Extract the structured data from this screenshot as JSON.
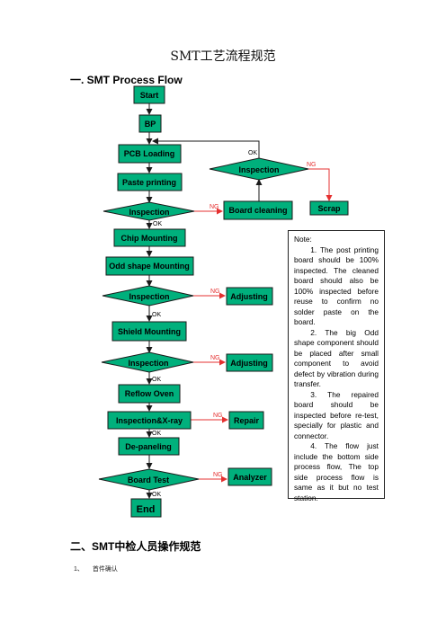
{
  "document": {
    "title": "SMT工艺流程规范",
    "section1_heading": "一. SMT Process Flow",
    "section2_heading": "二、SMT中检人员操作规范",
    "item1_number": "1、",
    "item1_text": "首件确认"
  },
  "flow": {
    "nodes": {
      "start": "Start",
      "bp": "BP",
      "pcb_loading": "PCB Loading",
      "paste_printing": "Paste printing",
      "inspection_1": "Inspection",
      "inspection_top": "Inspection",
      "board_cleaning": "Board cleaning",
      "scrap": "Scrap",
      "chip_mounting": "Chip Mounting",
      "odd_shape_mounting": "Odd shape Mounting",
      "inspection_2": "Inspection",
      "adjusting_1": "Adjusting",
      "shield_mounting": "Shield Mounting",
      "inspection_3": "Inspection",
      "adjusting_2": "Adjusting",
      "reflow_oven": "Reflow Oven",
      "inspection_xray": "Inspection&X-ray",
      "repair": "Repair",
      "de_paneling": "De-paneling",
      "board_test": "Board Test",
      "analyzer": "Analyzer",
      "end": "End"
    },
    "labels": {
      "ok": "OK",
      "ng": "NG"
    },
    "colors": {
      "node_fill": "#00b07c",
      "ng_line": "#e53030",
      "line": "#1a1a1a"
    }
  },
  "note": {
    "heading": "Note:",
    "items": [
      "1. The post printing board should be 100% inspected. The cleaned board should also be 100% inspected before reuse to confirm no solder paste on the board.",
      "2. The big Odd shape component should be placed after small component to avoid defect by vibration during transfer.",
      "3. The repaired board should be inspected before re-test, specially for plastic and connector.",
      "4. The flow just include the bottom side process flow, The top side process flow is same as it but no test station."
    ]
  }
}
